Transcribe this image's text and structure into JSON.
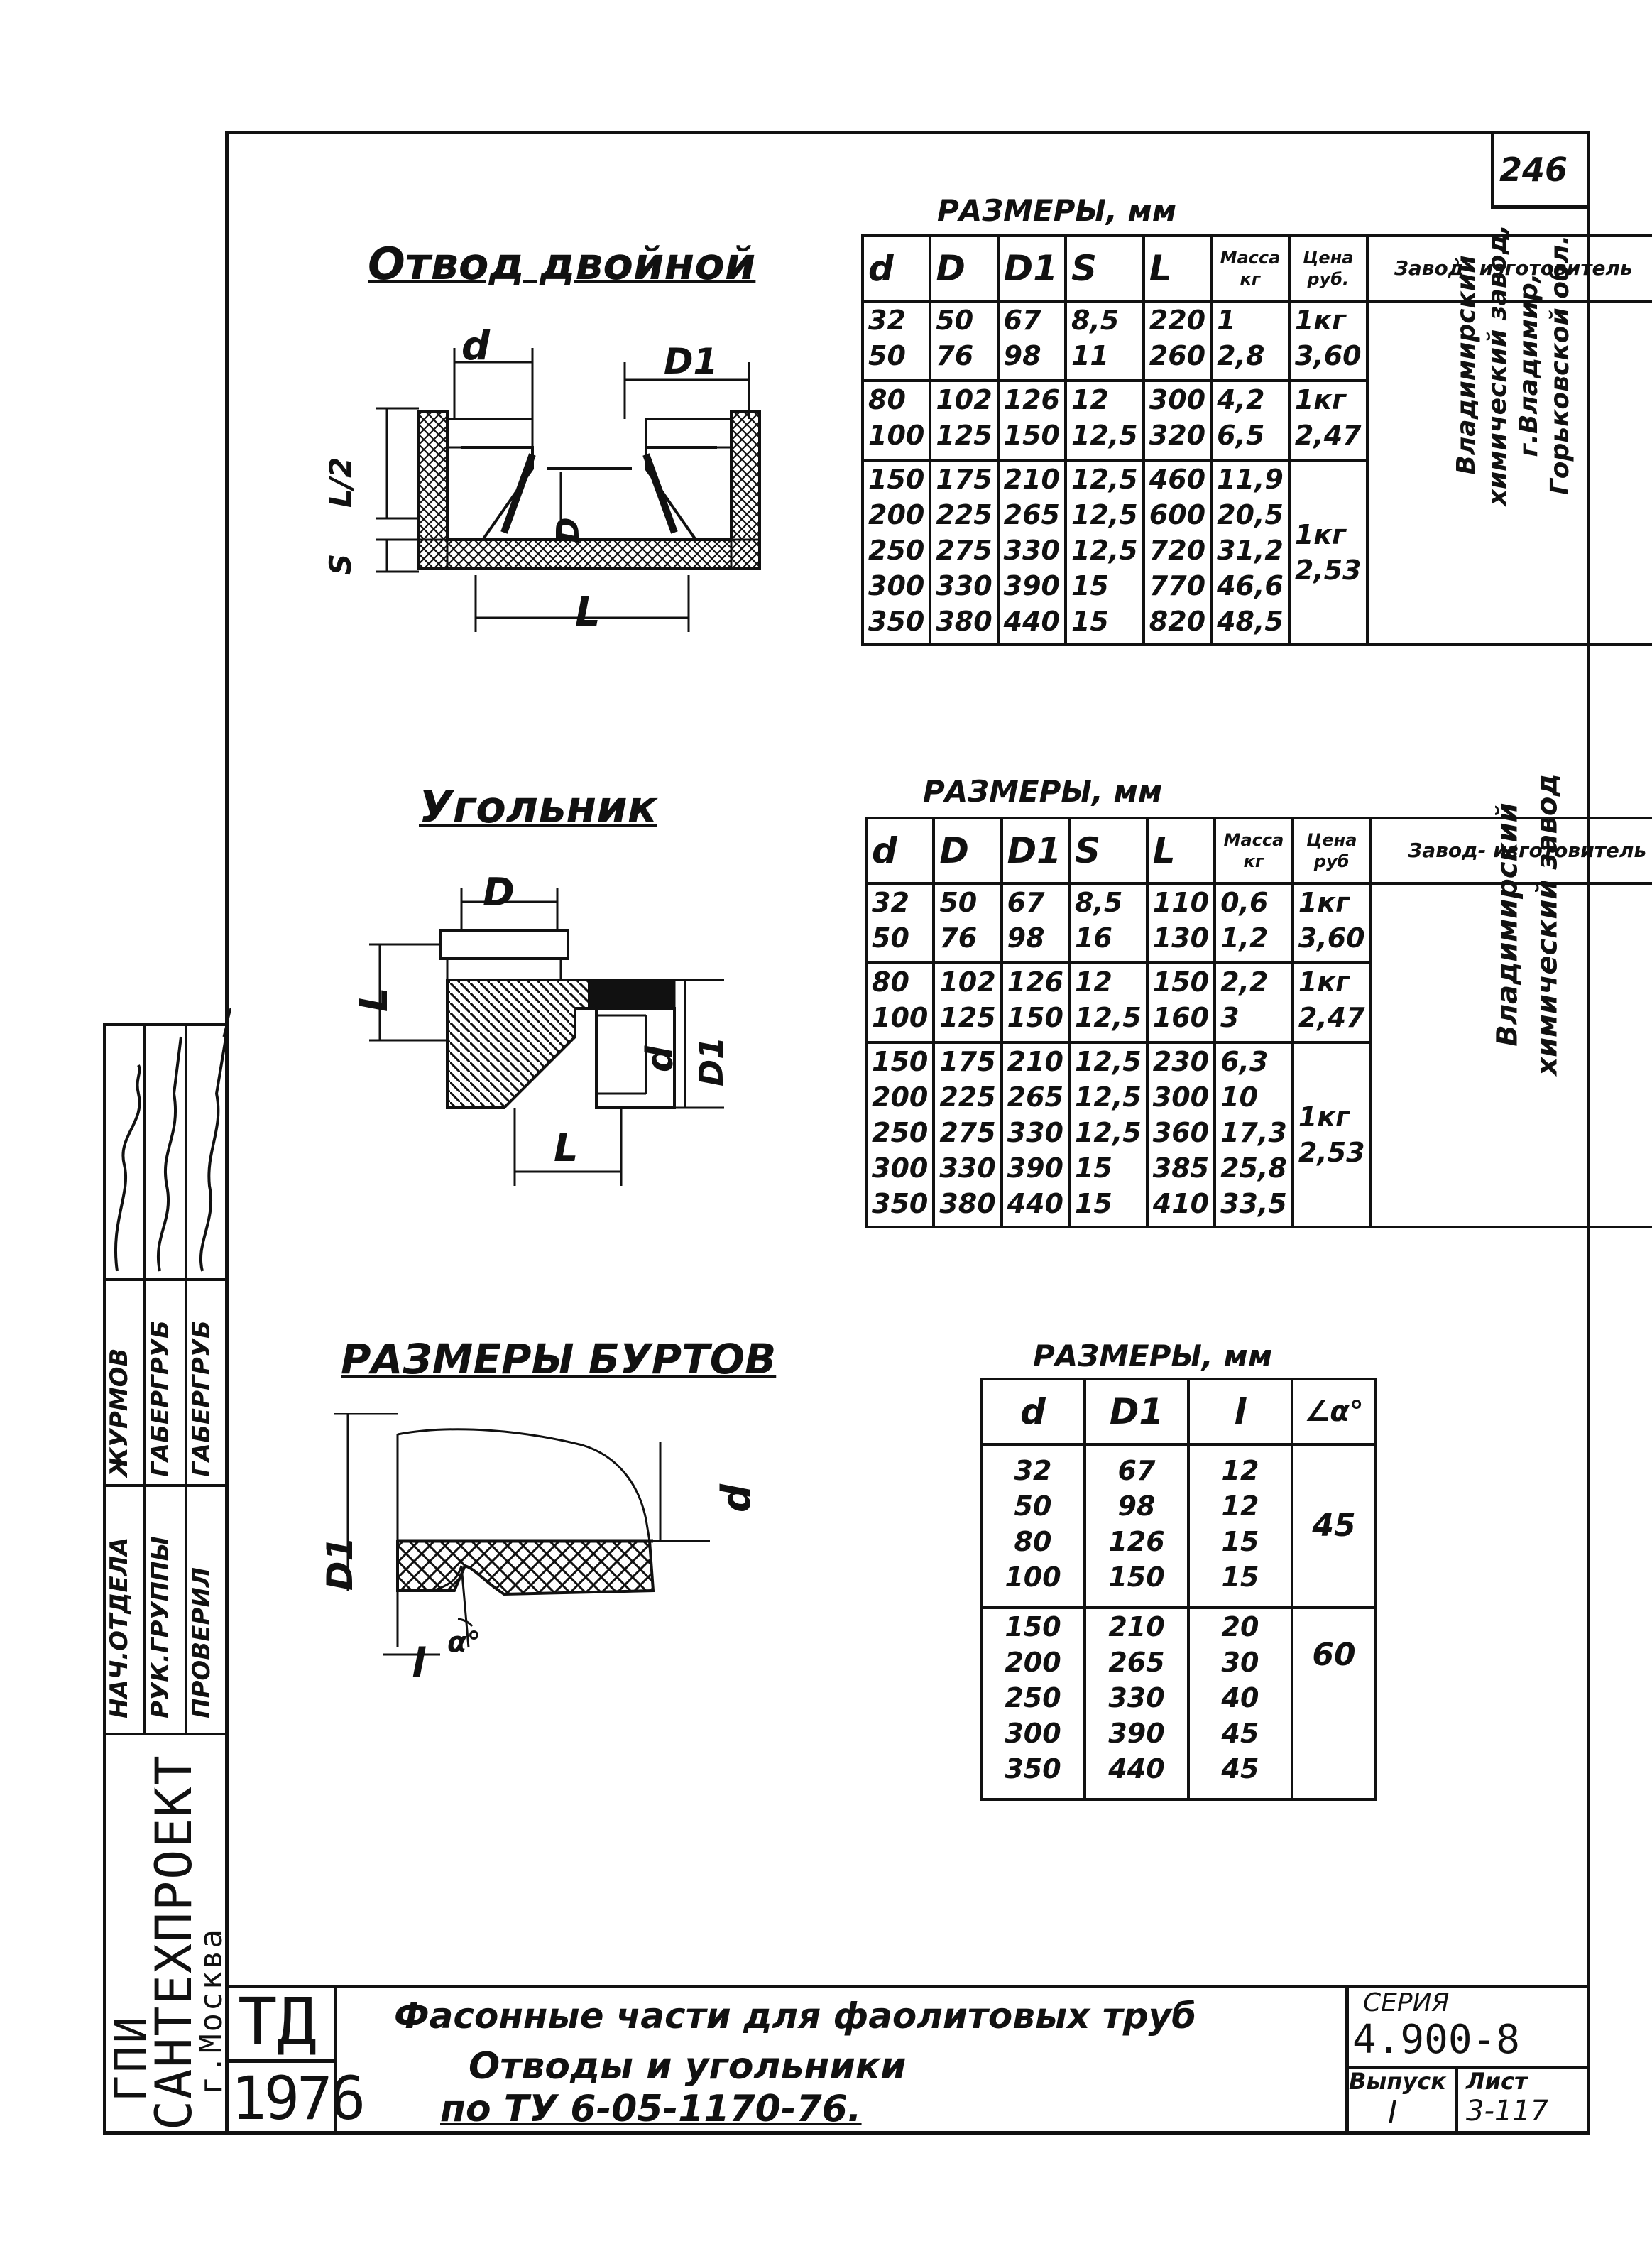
{
  "sheet_number": "246",
  "left_margin": {
    "org": "ГПИ",
    "org_name": "САНТЕХПРОЕКТ",
    "city": "г.Москва",
    "roles": [
      {
        "role": "НАЧ.ОТДЕЛА",
        "name": "ЖУРМОВ"
      },
      {
        "role": "РУК.ГРУППЫ",
        "name": "ГАБЕРГРУБ"
      },
      {
        "role": "ПРОВЕРИЛ",
        "name": "ГАБЕРГРУБ"
      }
    ]
  },
  "section1": {
    "title": "Отвод двойной",
    "dims_caption": "РАЗМЕРЫ, мм",
    "drawing_labels": {
      "d": "d",
      "D1": "D1",
      "L2": "L/2",
      "S": "S",
      "D": "D",
      "L": "L"
    },
    "headers": [
      "d",
      "D",
      "D1",
      "S",
      "L",
      "Масса кг",
      "Цена руб.",
      "Завод- изготовитель"
    ],
    "groups": [
      {
        "d": [
          "32",
          "50"
        ],
        "D": [
          "50",
          "76"
        ],
        "D1": [
          "67",
          "98"
        ],
        "S": [
          "8,5",
          "11"
        ],
        "L": [
          "220",
          "260"
        ],
        "mass": [
          "1",
          "2,8"
        ],
        "price": [
          "1кг",
          "3,60"
        ]
      },
      {
        "d": [
          "80",
          "100"
        ],
        "D": [
          "102",
          "125"
        ],
        "D1": [
          "126",
          "150"
        ],
        "S": [
          "12",
          "12,5"
        ],
        "L": [
          "300",
          "320"
        ],
        "mass": [
          "4,2",
          "6,5"
        ],
        "price": [
          "1кг",
          "2,47"
        ]
      },
      {
        "d": [
          "150",
          "200",
          "250",
          "300",
          "350"
        ],
        "D": [
          "175",
          "225",
          "275",
          "330",
          "380"
        ],
        "D1": [
          "210",
          "265",
          "330",
          "390",
          "440"
        ],
        "S": [
          "12,5",
          "12,5",
          "12,5",
          "15",
          "15"
        ],
        "L": [
          "460",
          "600",
          "720",
          "770",
          "820"
        ],
        "mass": [
          "11,9",
          "20,5",
          "31,2",
          "46,6",
          "48,5"
        ],
        "price": [
          "1кг",
          "2,53"
        ]
      }
    ],
    "manufacturer": [
      "Владимирский",
      "химический завод,",
      "г.Владимир,",
      "Горьковской обл."
    ]
  },
  "section2": {
    "title": "Угольник",
    "dims_caption": "РАЗМЕРЫ, мм",
    "drawing_labels": {
      "D": "D",
      "L": "L",
      "d": "d",
      "D1": "D1",
      "L_bottom": "L"
    },
    "headers": [
      "d",
      "D",
      "D1",
      "S",
      "L",
      "Масса кг",
      "Цена руб",
      "Завод- изготовитель"
    ],
    "groups": [
      {
        "d": [
          "32",
          "50"
        ],
        "D": [
          "50",
          "76"
        ],
        "D1": [
          "67",
          "98"
        ],
        "S": [
          "8,5",
          "16"
        ],
        "L": [
          "110",
          "130"
        ],
        "mass": [
          "0,6",
          "1,2"
        ],
        "price": [
          "1кг",
          "3,60"
        ]
      },
      {
        "d": [
          "80",
          "100"
        ],
        "D": [
          "102",
          "125"
        ],
        "D1": [
          "126",
          "150"
        ],
        "S": [
          "12",
          "12,5"
        ],
        "L": [
          "150",
          "160"
        ],
        "mass": [
          "2,2",
          "3"
        ],
        "price": [
          "1кг",
          "2,47"
        ]
      },
      {
        "d": [
          "150",
          "200",
          "250",
          "300",
          "350"
        ],
        "D": [
          "175",
          "225",
          "275",
          "330",
          "380"
        ],
        "D1": [
          "210",
          "265",
          "330",
          "390",
          "440"
        ],
        "S": [
          "12,5",
          "12,5",
          "12,5",
          "15",
          "15"
        ],
        "L": [
          "230",
          "300",
          "360",
          "385",
          "410"
        ],
        "mass": [
          "6,3",
          "10",
          "17,3",
          "25,8",
          "33,5"
        ],
        "price": [
          "1кг",
          "2,53"
        ]
      }
    ],
    "manufacturer": [
      "Владимирский",
      "химический завод"
    ]
  },
  "section3": {
    "title": "РАЗМЕРЫ БУРТОВ",
    "dims_caption": "РАЗМЕРЫ, мм",
    "drawing_labels": {
      "D1": "D1",
      "d": "d",
      "l": "l",
      "alpha": "α°"
    },
    "headers": [
      "d",
      "D1",
      "l",
      "∠α°"
    ],
    "groups": [
      {
        "d": [
          "32",
          "50",
          "80",
          "100"
        ],
        "D1": [
          "67",
          "98",
          "126",
          "150"
        ],
        "l": [
          "12",
          "12",
          "15",
          "15"
        ],
        "angle": "45"
      },
      {
        "d": [
          "150",
          "200",
          "250",
          "300",
          "350"
        ],
        "D1": [
          "210",
          "265",
          "330",
          "390",
          "440"
        ],
        "l": [
          "20",
          "30",
          "40",
          "45",
          "45"
        ],
        "angle": "60"
      }
    ]
  },
  "title_block": {
    "td": "ТД",
    "year": "1976",
    "line1": "Фасонные части для фаолитовых труб",
    "line2": "Отводы и угольники",
    "line3": "по ТУ 6-05-1170-76.",
    "series_label": "СЕРИЯ",
    "series": "4.900-8",
    "issue_label": "Выпуск",
    "issue": "I",
    "sheet_label": "Лист",
    "sheet": "3-117"
  }
}
